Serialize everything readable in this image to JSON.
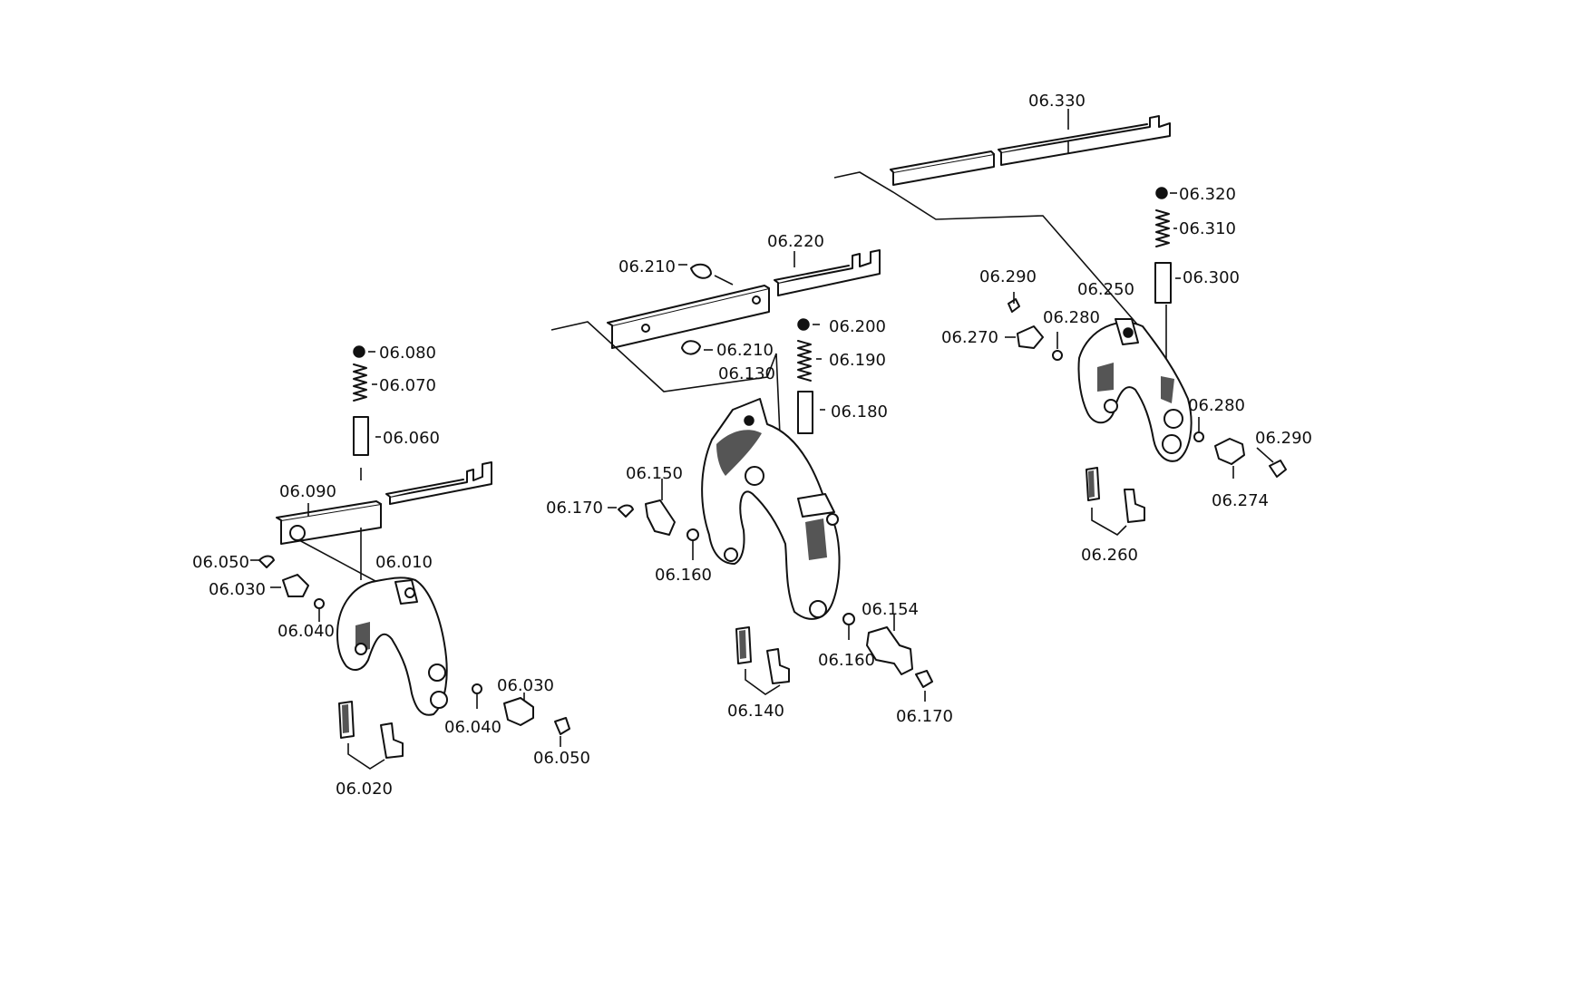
{
  "labels": {
    "p06_330": "06.330",
    "p06_320": "06.320",
    "p06_310": "06.310",
    "p06_300": "06.300",
    "p06_290_a": "06.290",
    "p06_290_b": "06.290",
    "p06_280_a": "06.280",
    "p06_280_b": "06.280",
    "p06_270": "06.270",
    "p06_274": "06.274",
    "p06_260": "06.260",
    "p06_250": "06.250",
    "p06_220": "06.220",
    "p06_210_a": "06.210",
    "p06_210_b": "06.210",
    "p06_200": "06.200",
    "p06_190": "06.190",
    "p06_180": "06.180",
    "p06_170_a": "06.170",
    "p06_170_b": "06.170",
    "p06_160_a": "06.160",
    "p06_160_b": "06.160",
    "p06_154": "06.154",
    "p06_150": "06.150",
    "p06_140": "06.140",
    "p06_130": "06.130",
    "p06_090": "06.090",
    "p06_080": "06.080",
    "p06_070": "06.070",
    "p06_060": "06.060",
    "p06_050_a": "06.050",
    "p06_050_b": "06.050",
    "p06_040_a": "06.040",
    "p06_040_b": "06.040",
    "p06_030_a": "06.030",
    "p06_030_b": "06.030",
    "p06_020": "06.020",
    "p06_010": "06.010"
  }
}
